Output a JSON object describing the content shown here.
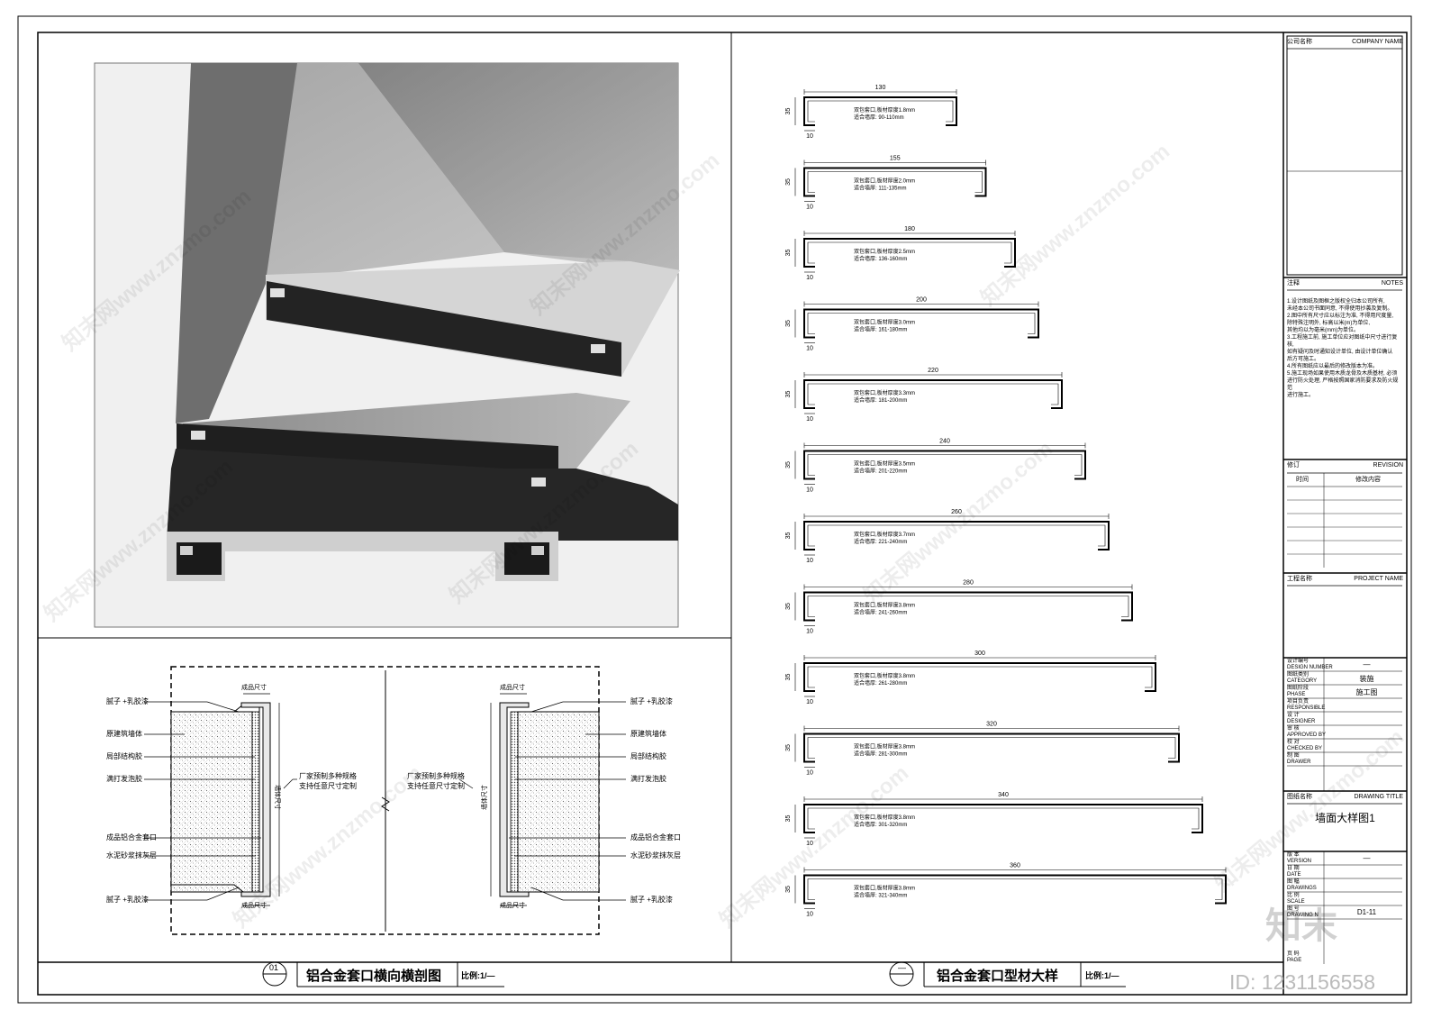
{
  "titleblock": {
    "company_label": "公司名称",
    "company_label_en": "COMPANY NAME",
    "notes_label": "注释",
    "notes_label_en": "NOTES",
    "notes": [
      "1.设计图纸及图框之版权全归本公司所有,",
      "  未经本公司书面同意, 不得使用抄袭及复制。",
      "2.图中所有尺寸应以标注为准, 不得用尺度量,",
      "  除特殊注明外, 标高以米(m)为单位,",
      "  其他均以为毫米(mm)为单位。",
      "3.工程施工前, 施工单位应对图纸中尺寸进行复核,",
      "  如有疑问及时通知设计单位, 由设计单位确认",
      "  后方可施工。",
      "4.所有图纸应以最后的修改版本为准。",
      "5.施工现场如果使用木质龙骨及木质基材, 必须",
      "  进行防火处理, 严格按照国家消防要求及防火规范",
      "  进行施工。"
    ],
    "revision_label": "修订",
    "revision_label_en": "REVISION",
    "rev_time": "时间",
    "rev_content": "修改内容",
    "project_label": "工程名称",
    "project_label_en": "PROJECT NAME",
    "rows": [
      {
        "label": "设计编号\nDESIGN NUMBER",
        "value": "—"
      },
      {
        "label": "图纸类别\nCATEGORY",
        "value": "装施"
      },
      {
        "label": "图纸阶段\nPHASE",
        "value": "施工图"
      },
      {
        "label": "项目负责\nRESPONSIBLE",
        "value": ""
      },
      {
        "label": "设 计\nDESIGNER",
        "value": ""
      },
      {
        "label": "审 核\nAPPROVED BY",
        "value": ""
      },
      {
        "label": "校 对\nCHECKED BY",
        "value": ""
      },
      {
        "label": "制 图\nDRAWER",
        "value": ""
      }
    ],
    "drawing_title_label": "图纸名称",
    "drawing_title_label_en": "DRAWING TITLE",
    "drawing_title": "墙面大样图1",
    "rows2": [
      {
        "label": "版 本\nVERSION",
        "value": "—"
      },
      {
        "label": "日 期\nDATE",
        "value": ""
      },
      {
        "label": "图 幅\nDRAWINGS",
        "value": ""
      },
      {
        "label": "比 例\nSCALE",
        "value": ""
      },
      {
        "label": "图 号\nDRAWING N",
        "value": "D1-11"
      },
      {
        "label": "页 码\nPAGE",
        "value": ""
      }
    ]
  },
  "section": {
    "left_labels": [
      "腻子 +乳胶漆",
      "原建筑墙体",
      "局部结构胶",
      "满打发泡胶",
      "成品铝合金套口",
      "水泥砂浆抹灰层",
      "腻子 +乳胶漆"
    ],
    "right_labels": [
      "腻子 +乳胶漆",
      "原建筑墙体",
      "局部结构胶",
      "满打发泡胶",
      "成品铝合金套口",
      "水泥砂浆抹灰层",
      "腻子 +乳胶漆"
    ],
    "note_left": [
      "厂家预制多种规格",
      "支持任意尺寸定制"
    ],
    "note_right": [
      "厂家预制多种规格",
      "支持任意尺寸定制"
    ],
    "dim_top": "成品尺寸",
    "dim_bottom": "成品尺寸",
    "dim_side": "墙体尺寸",
    "caption": "铝合金套口横向横剖图",
    "caption_no": "01",
    "scale": "比例:1/—"
  },
  "profiles": {
    "caption": "铝合金套口型材大样",
    "caption_no": "—",
    "scale": "比例:1/—",
    "height_dim": "35",
    "lip_dim": "10",
    "items": [
      {
        "width": "130",
        "line1": "双包套口,板材厚度1.8mm",
        "line2": "适合墙厚: 90-110mm"
      },
      {
        "width": "155",
        "line1": "双包套口,板材厚度2.0mm",
        "line2": "适合墙厚: 111-135mm"
      },
      {
        "width": "180",
        "line1": "双包套口,板材厚度2.5mm",
        "line2": "适合墙厚: 136-160mm"
      },
      {
        "width": "200",
        "line1": "双包套口,板材厚度3.0mm",
        "line2": "适合墙厚: 161-180mm"
      },
      {
        "width": "220",
        "line1": "双包套口,板材厚度3.3mm",
        "line2": "适合墙厚: 181-200mm"
      },
      {
        "width": "240",
        "line1": "双包套口,板材厚度3.5mm",
        "line2": "适合墙厚: 201-220mm"
      },
      {
        "width": "260",
        "line1": "双包套口,板材厚度3.7mm",
        "line2": "适合墙厚: 221-240mm"
      },
      {
        "width": "280",
        "line1": "双包套口,板材厚度3.8mm",
        "line2": "适合墙厚: 241-260mm"
      },
      {
        "width": "300",
        "line1": "双包套口,板材厚度3.8mm",
        "line2": "适合墙厚: 261-280mm"
      },
      {
        "width": "320",
        "line1": "双包套口,板材厚度3.8mm",
        "line2": "适合墙厚: 281-300mm"
      },
      {
        "width": "340",
        "line1": "双包套口,板材厚度3.8mm",
        "line2": "适合墙厚: 301-320mm"
      },
      {
        "width": "360",
        "line1": "双包套口,板材厚度3.8mm",
        "line2": "适合墙厚: 321-340mm"
      }
    ]
  },
  "watermark": "知末网www.znzmo.com",
  "id_label": "ID: 1231156558",
  "logo_text": "知末"
}
